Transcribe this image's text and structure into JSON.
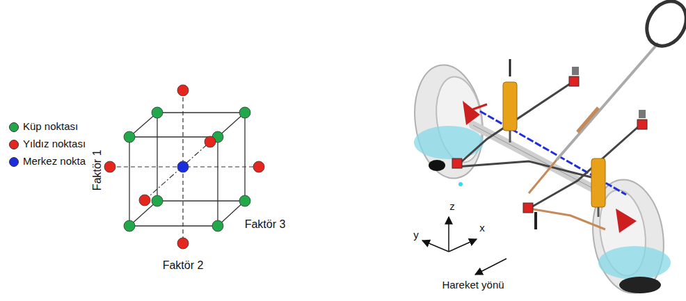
{
  "diagram": {
    "labels": [
      "Faktör 1",
      "Faktör 2",
      "Faktör 3",
      "z",
      "y",
      "x",
      "Hareket yönü"
    ],
    "legend": [
      {
        "text": "Küp noktası",
        "color": "#22a84a"
      },
      {
        "text": "Yıldız noktası",
        "color": "#e4261f"
      },
      {
        "text": "Merkez nokta",
        "color": "#1a2ee0"
      }
    ]
  }
}
